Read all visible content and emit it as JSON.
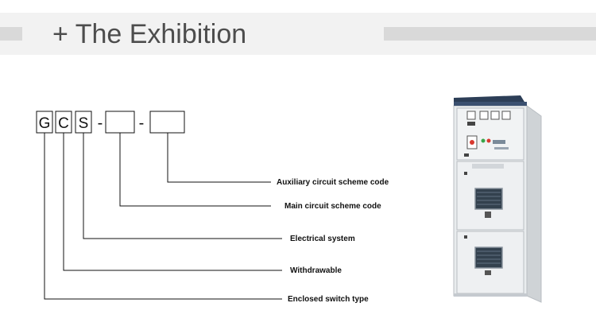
{
  "header": {
    "title": "+ The Exhibition"
  },
  "code": {
    "letters": [
      "G",
      "C",
      "S"
    ],
    "separator": "-"
  },
  "labels": {
    "auxiliary": "Auxiliary circuit scheme code",
    "main": "Main circuit scheme code",
    "electrical": "Electrical system",
    "withdrawable": "Withdrawable",
    "enclosed": "Enclosed switch type"
  },
  "cabinet": {
    "icon": "switchgear-cabinet-image",
    "colors": {
      "body": "#e9ecee",
      "edge": "#b9bec3",
      "top_band": "#2c3e57",
      "indicator_red": "#d83a2f",
      "indicator_green": "#3aa64a"
    }
  }
}
